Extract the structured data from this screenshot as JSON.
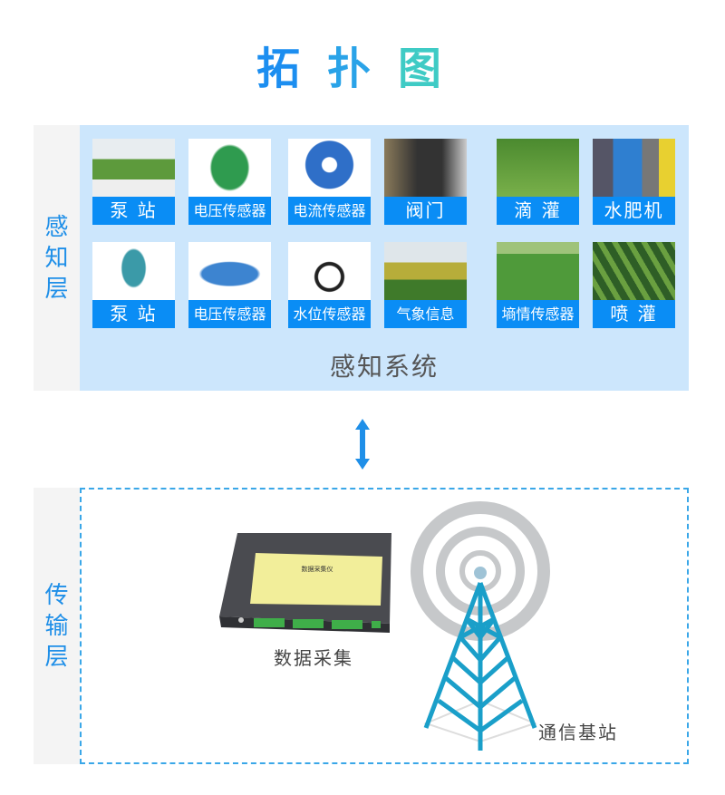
{
  "title": {
    "chars": [
      "拓",
      "扑",
      "图"
    ],
    "colors": [
      "#1c8ef0",
      "#2aa3e8",
      "#3fcbc5"
    ]
  },
  "perception": {
    "side_label": [
      "感",
      "知",
      "层"
    ],
    "system_label": "感知系统",
    "row1": [
      {
        "label": "泵 站",
        "icon": "pump-station-photo"
      },
      {
        "label": "电压传感器",
        "icon": "voltage-sensor-photo"
      },
      {
        "label": "电流传感器",
        "icon": "current-sensor-photo"
      },
      {
        "label": "阀门",
        "icon": "valve-photo"
      },
      {
        "label": "滴 灌",
        "icon": "drip-irrigation-photo"
      },
      {
        "label": "水肥机",
        "icon": "fertigation-machine-photo"
      }
    ],
    "row2": [
      {
        "label": "泵 站",
        "icon": "pressure-transmitter-photo"
      },
      {
        "label": "电压传感器",
        "icon": "flow-meter-photo"
      },
      {
        "label": "水位传感器",
        "icon": "water-level-sensor-photo"
      },
      {
        "label": "气象信息",
        "icon": "weather-station-photo"
      },
      {
        "label": "墒情传感器",
        "icon": "soil-moisture-sensor-photo"
      },
      {
        "label": "喷 灌",
        "icon": "sprinkler-irrigation-photo"
      }
    ]
  },
  "transport": {
    "side_label": [
      "传",
      "输",
      "层"
    ],
    "collector_label": "数据采集",
    "collector_plate": "数据采集仪",
    "tower_label": "通信基站"
  },
  "colors": {
    "accent": "#0a8df5",
    "panel": "#cce6fc",
    "tower": "#1a9fc9"
  }
}
